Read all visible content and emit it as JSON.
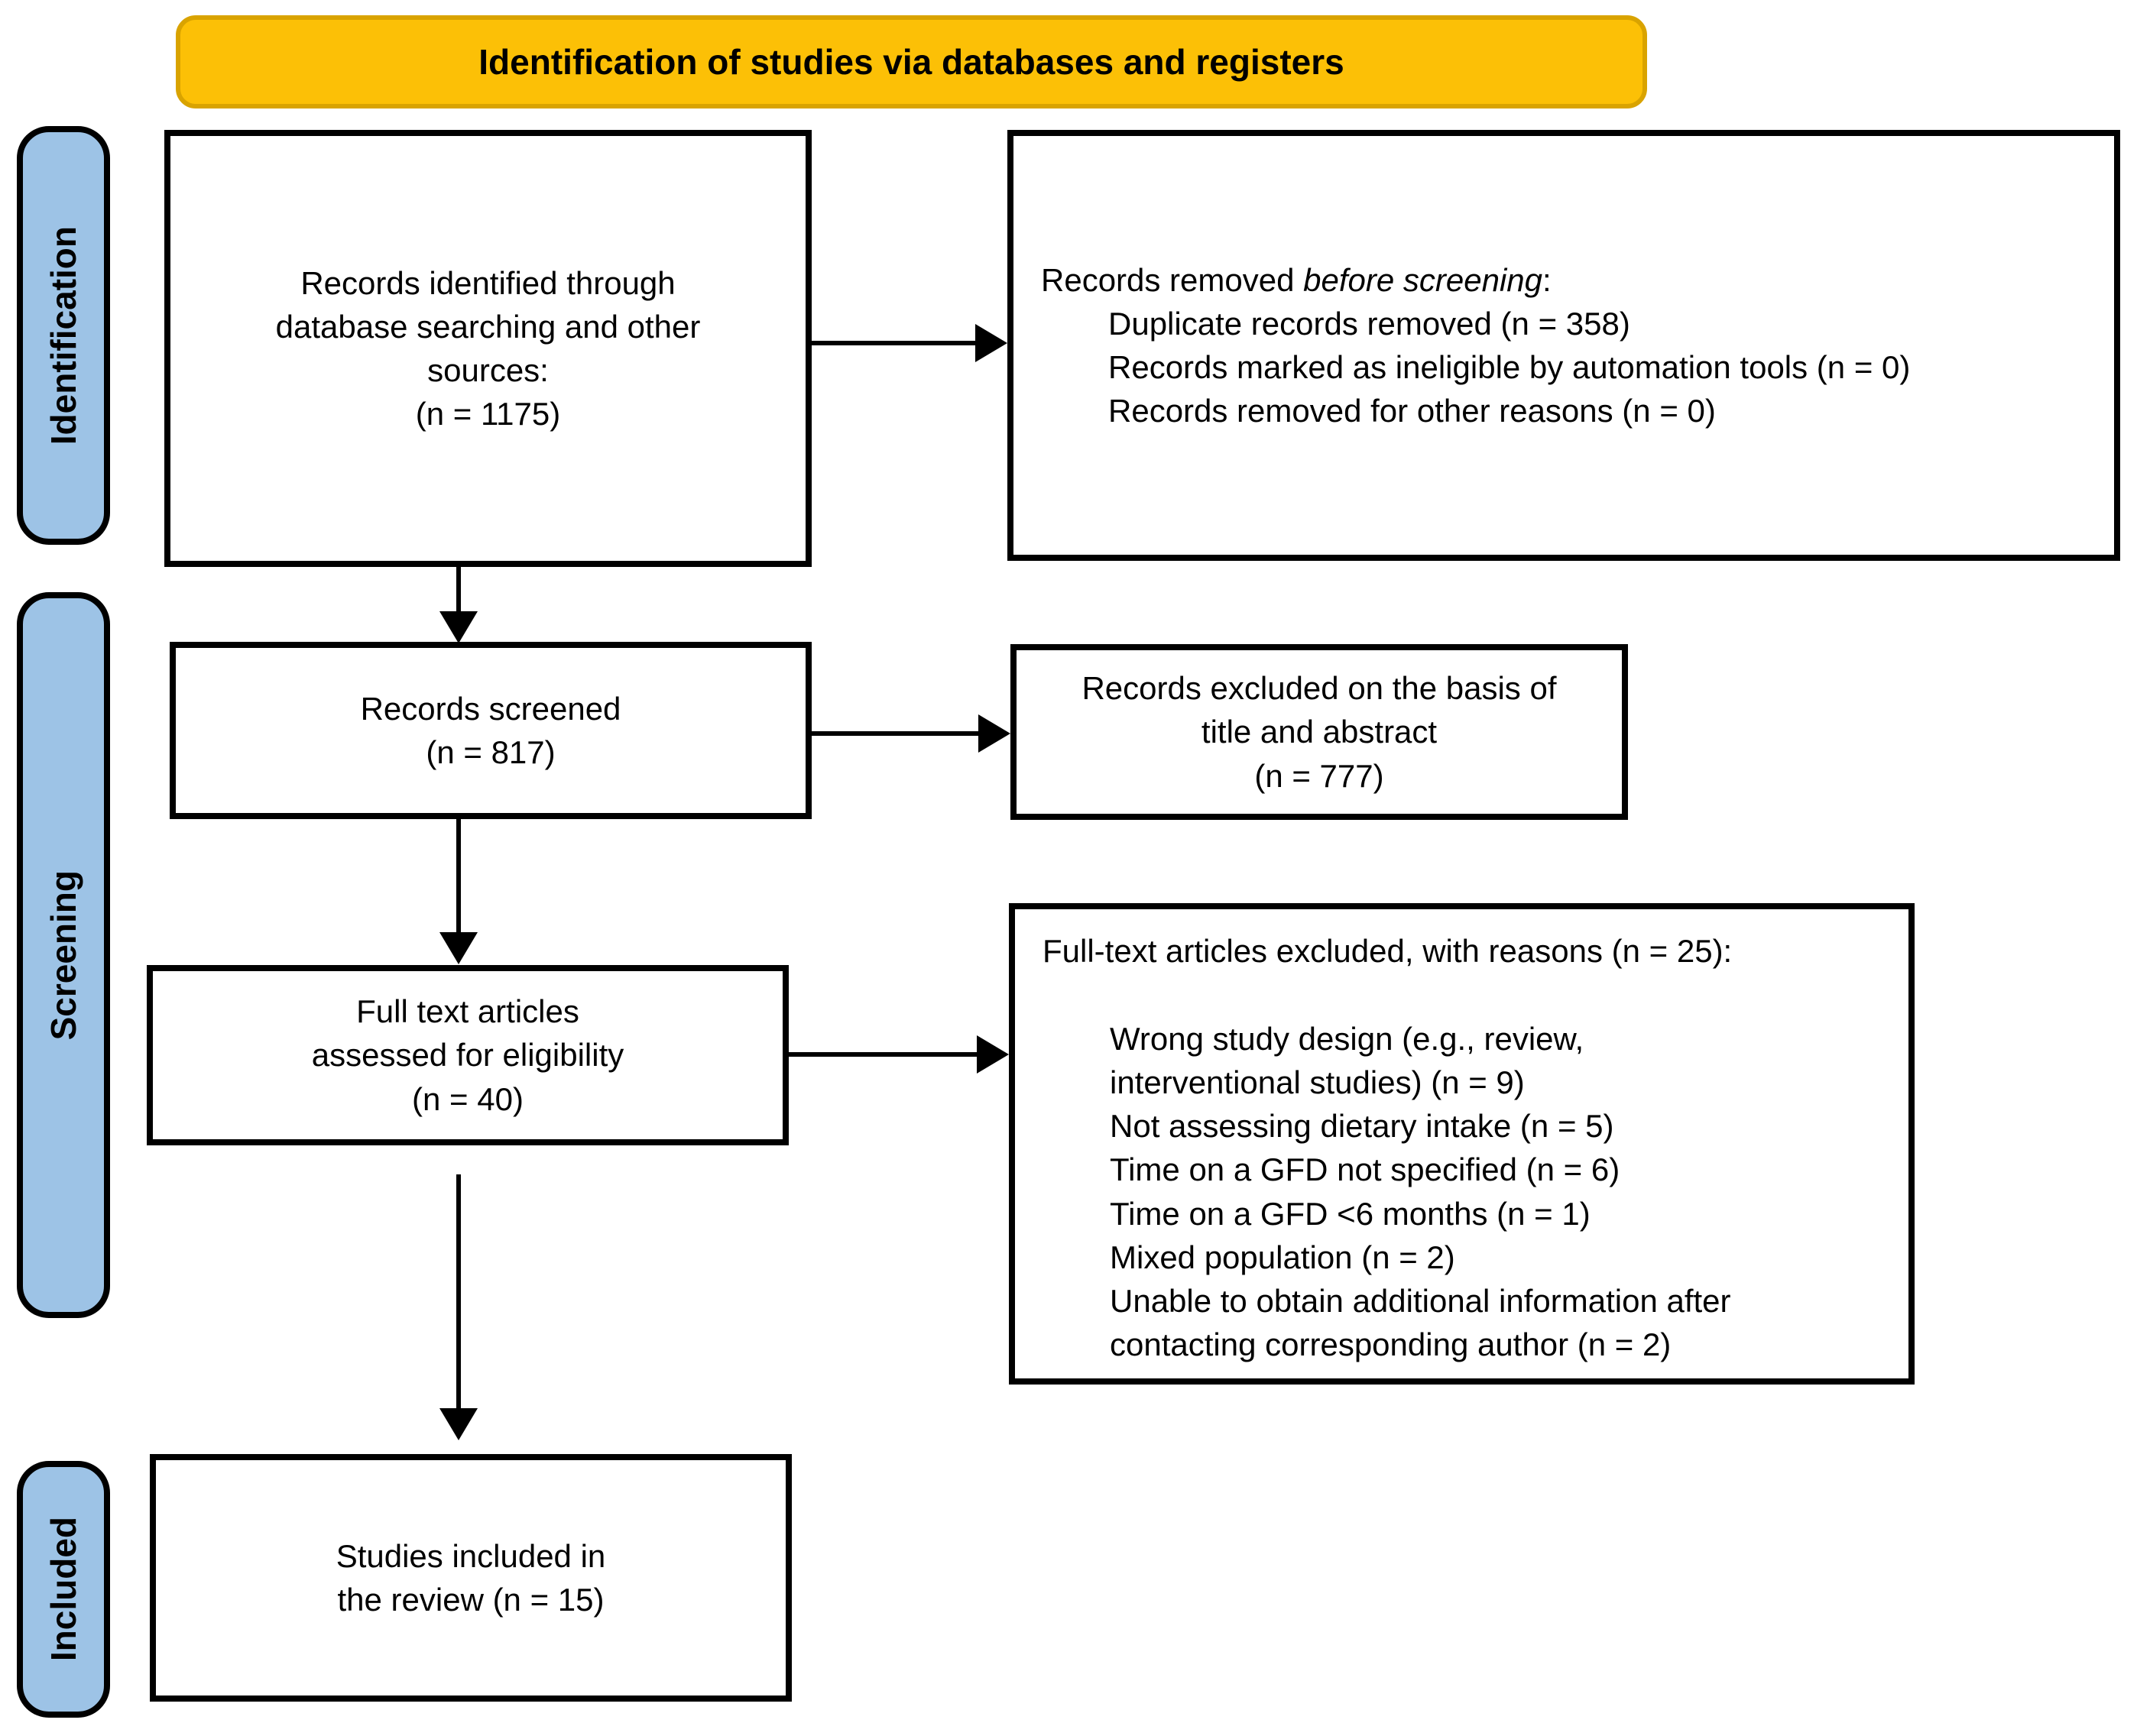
{
  "banner": {
    "title": "Identification of studies via databases and registers"
  },
  "stages": [
    {
      "label": "Identification"
    },
    {
      "label": "Screening"
    },
    {
      "label": "Included"
    }
  ],
  "boxes": {
    "identified": {
      "lines": [
        "Records identified through",
        "database searching and other",
        "sources:",
        "(n = 1175)"
      ]
    },
    "removed": {
      "title_prefix": "Records removed ",
      "title_italic": "before screening",
      "title_suffix": ":",
      "items": [
        "Duplicate records removed (n = 358)",
        "Records marked as ineligible by automation tools (n = 0)",
        "Records removed for other reasons (n = 0)"
      ]
    },
    "screened": {
      "lines": [
        "Records screened",
        "(n = 817)"
      ]
    },
    "excluded_title_abstract": {
      "lines": [
        "Records excluded on the basis of",
        "title and abstract",
        "(n = 777)"
      ]
    },
    "fulltext": {
      "lines": [
        "Full text articles",
        "assessed for eligibility",
        "(n = 40)"
      ]
    },
    "fulltext_excluded": {
      "title": "Full-text articles excluded, with reasons (n = 25):",
      "items": [
        "Wrong study design (e.g., review,",
        "interventional studies) (n = 9)",
        "Not assessing dietary intake (n = 5)",
        "Time on a GFD not specified (n = 6)",
        "Time on a GFD <6 months (n = 1)",
        "Mixed population (n = 2)",
        "Unable to obtain additional information after",
        "contacting corresponding author (n = 2)"
      ]
    },
    "included": {
      "lines": [
        "Studies included in",
        "the review (n = 15)"
      ]
    }
  },
  "colors": {
    "banner_fill": "#FCC006",
    "banner_border": "#D9A300",
    "stage_fill": "#9DC3E6",
    "stage_border": "#000000",
    "box_border": "#000000",
    "arrow": "#000000"
  }
}
